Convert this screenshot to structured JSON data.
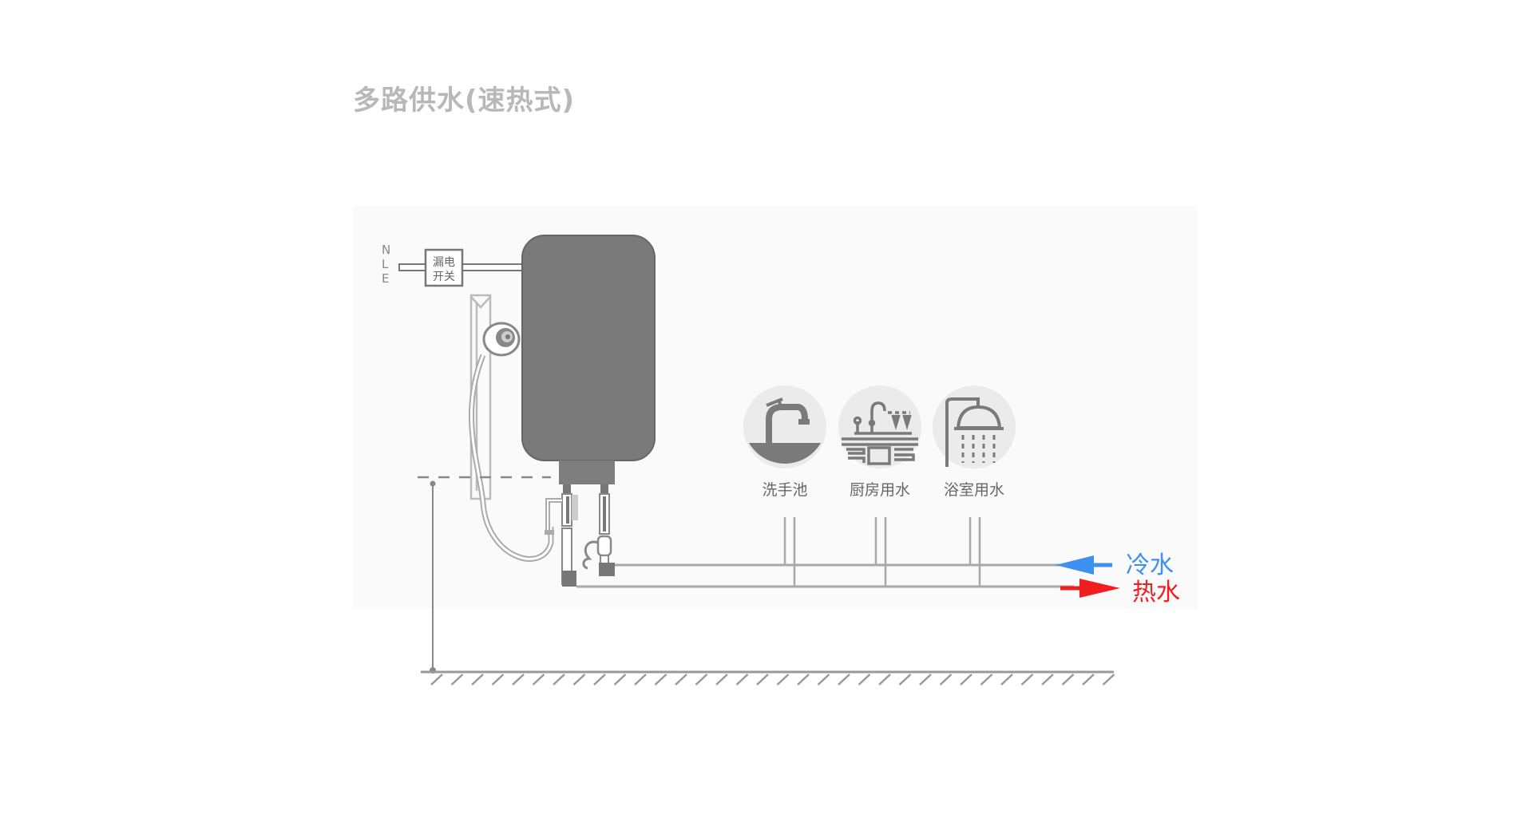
{
  "title": "多路供水(速热式)",
  "power": {
    "terminals": [
      "N",
      "L",
      "E"
    ],
    "switch_line1": "漏电",
    "switch_line2": "开关"
  },
  "outlets": [
    {
      "label": "洗手池",
      "icon": "faucet-basin-icon"
    },
    {
      "label": "厨房用水",
      "icon": "kitchen-sink-icon"
    },
    {
      "label": "浴室用水",
      "icon": "shower-head-icon"
    }
  ],
  "legend": {
    "cold": {
      "label": "冷水",
      "color": "#3d8ff0"
    },
    "hot": {
      "label": "热水",
      "color": "#f01e1e"
    }
  },
  "colors": {
    "heater": "#7a7a7a",
    "pipe": "#a8a8a8",
    "icon_bg": "#ebebeb",
    "icon_fg": "#7a7a7a",
    "diagram_bg": "#fbfbfb"
  }
}
